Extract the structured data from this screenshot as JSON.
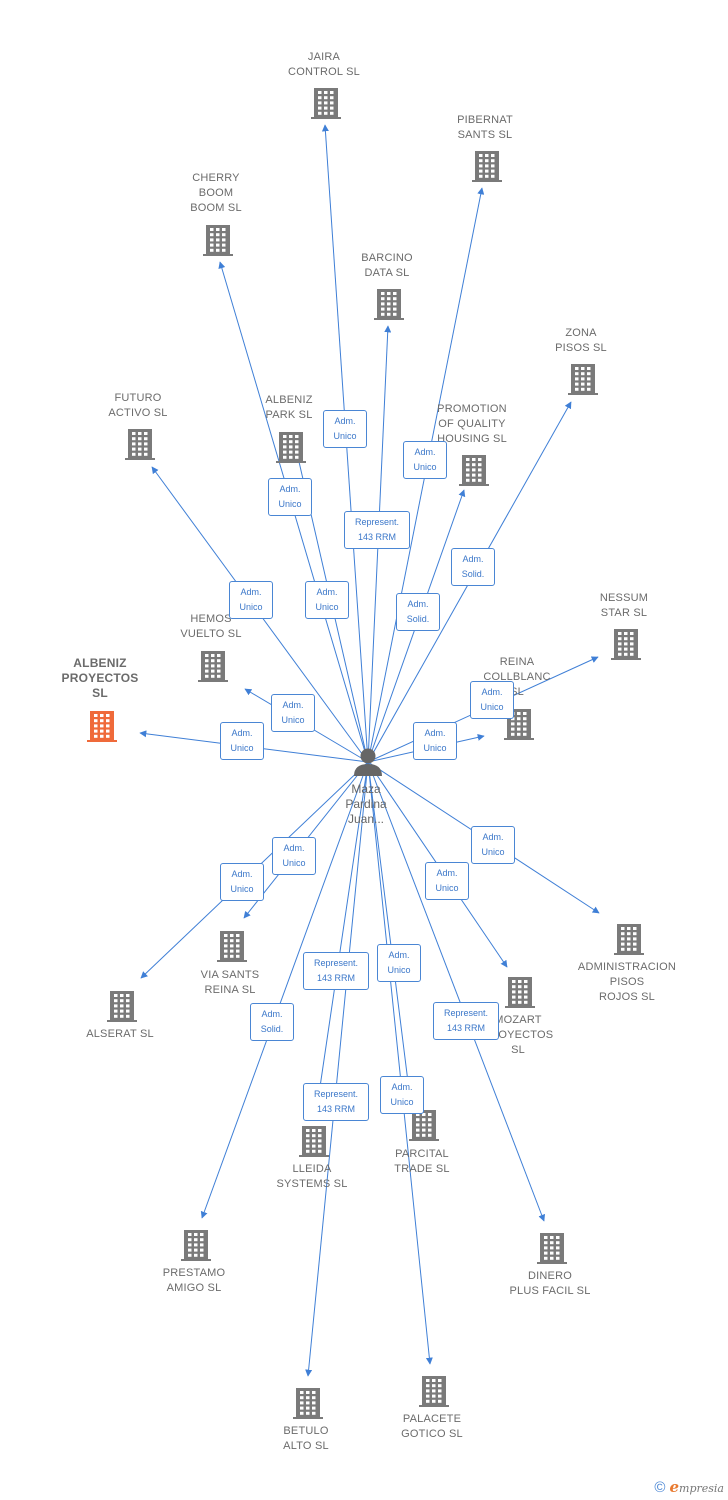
{
  "colors": {
    "edge": "#3f7fd6",
    "building": "#7a7a7a",
    "highlight": "#ef6a3a",
    "person": "#666666"
  },
  "person": {
    "name": "Maza\nPardina\nJuan...",
    "icon": "person-icon"
  },
  "companies": [
    {
      "id": "jaira",
      "label": "JAIRA\nCONTROL  SL"
    },
    {
      "id": "pibernat",
      "label": "PIBERNAT\nSANTS  SL"
    },
    {
      "id": "cherry",
      "label": "CHERRY\nBOOM\nBOOM SL"
    },
    {
      "id": "barcino",
      "label": "BARCINO\nDATA SL"
    },
    {
      "id": "zona",
      "label": "ZONA\nPISOS SL"
    },
    {
      "id": "futuro",
      "label": "FUTURO\nACTIVO SL"
    },
    {
      "id": "albeniz_park",
      "label": "ALBENIZ\nPARK  SL"
    },
    {
      "id": "promotion",
      "label": "PROMOTION\nOF QUALITY\nHOUSING  SL"
    },
    {
      "id": "nessum",
      "label": "NESSUM\nSTAR  SL"
    },
    {
      "id": "hemos",
      "label": "HEMOS\nVUELTO  SL"
    },
    {
      "id": "reina",
      "label": "REINA\nCOLLBLANC\nSL"
    },
    {
      "id": "albeniz_proyectos",
      "label": "ALBENIZ\nPROYECTOS\nSL",
      "highlight": true
    },
    {
      "id": "administracion",
      "label": "ADMINISTRACION\nPISOS\nROJOS  SL"
    },
    {
      "id": "via_sants",
      "label": "VIA SANTS\nREINA  SL"
    },
    {
      "id": "alserat",
      "label": "ALSERAT  SL"
    },
    {
      "id": "mozart",
      "label": "MOZART\nPROYECTOS\nSL"
    },
    {
      "id": "lleida",
      "label": "LLEIDA\nSYSTEMS  SL"
    },
    {
      "id": "parcital",
      "label": "PARCITAL\nTRADE  SL"
    },
    {
      "id": "prestamo",
      "label": "PRESTAMO\nAMIGO SL"
    },
    {
      "id": "dinero",
      "label": "DINERO\nPLUS FACIL SL"
    },
    {
      "id": "betulo",
      "label": "BETULO\nALTO SL"
    },
    {
      "id": "palacete",
      "label": "PALACETE\nGOTICO  SL"
    }
  ],
  "relations": [
    {
      "to": "jaira",
      "label": "Adm.\nUnico"
    },
    {
      "to": "pibernat",
      "label": "Adm.\nUnico"
    },
    {
      "to": "cherry",
      "label": "Adm.\nUnico"
    },
    {
      "to": "barcino",
      "label": "Represent.\n143 RRM"
    },
    {
      "to": "zona",
      "label": "Adm.\nSolid."
    },
    {
      "to": "futuro",
      "label": "Adm.\nUnico"
    },
    {
      "to": "albeniz_park",
      "label": "Adm.\nUnico"
    },
    {
      "to": "promotion",
      "label": "Adm.\nSolid."
    },
    {
      "to": "nessum",
      "label": "Adm.\nUnico"
    },
    {
      "to": "hemos",
      "label": "Adm.\nUnico"
    },
    {
      "to": "reina",
      "label": "Adm.\nUnico"
    },
    {
      "to": "albeniz_proyectos",
      "label": "Adm.\nUnico"
    },
    {
      "to": "administracion",
      "label": "Adm.\nUnico"
    },
    {
      "to": "via_sants",
      "label": "Adm.\nUnico"
    },
    {
      "to": "alserat",
      "label": "Adm.\nUnico"
    },
    {
      "to": "mozart",
      "label": "Adm.\nUnico"
    },
    {
      "to": "lleida",
      "label": "Represent.\n143 RRM"
    },
    {
      "to": "parcital",
      "label": "Adm.\nUnico"
    },
    {
      "to": "prestamo",
      "label": "Adm.\nSolid."
    },
    {
      "to": "dinero",
      "label": "Represent.\n143 RRM"
    },
    {
      "to": "betulo",
      "label": "Represent.\n143 RRM"
    },
    {
      "to": "palacete",
      "label": "Adm.\nUnico"
    }
  ],
  "footer": {
    "copyright": "©",
    "brand_initial": "e",
    "brand_rest": "mpresia"
  }
}
